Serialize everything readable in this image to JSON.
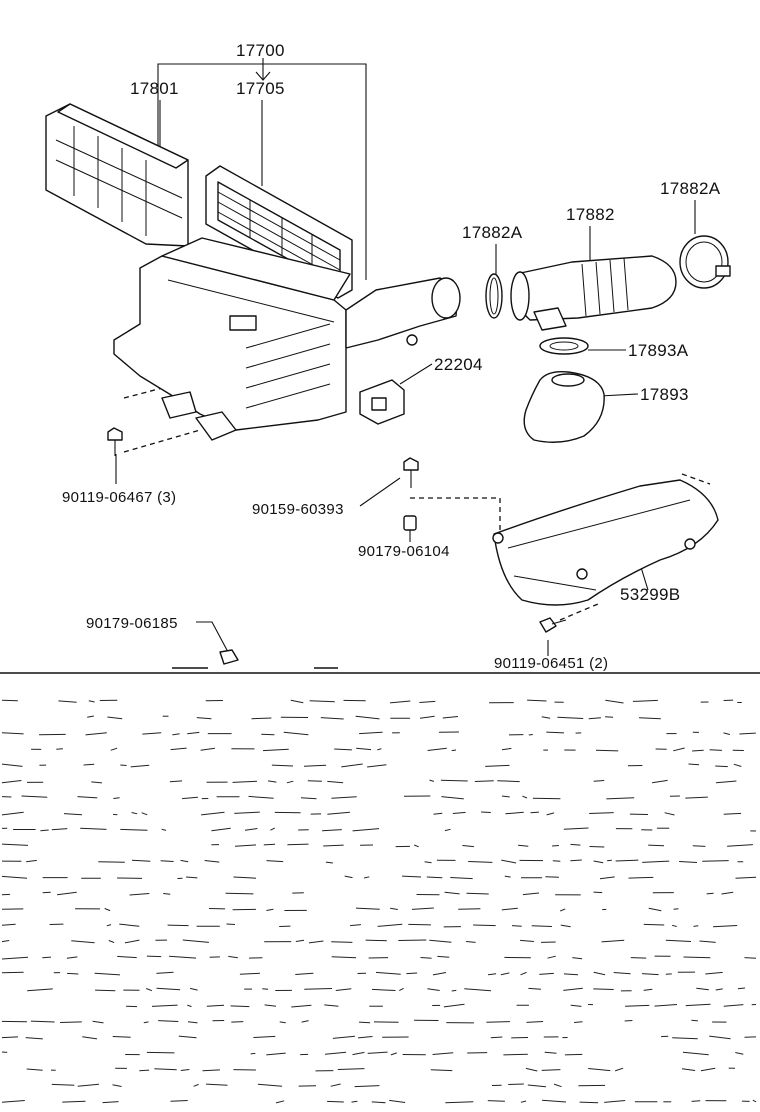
{
  "colors": {
    "ink": "#111111",
    "paper": "#ffffff"
  },
  "callouts": {
    "p17700": "17700",
    "p17801": "17801",
    "p17705": "17705",
    "p17882a_left": "17882A",
    "p17882": "17882",
    "p17882a_right": "17882A",
    "p17893a": "17893A",
    "p22204": "22204",
    "p17893": "17893",
    "p90119_06467": "90119-06467 (3)",
    "p90159_60393": "90159-60393",
    "p90179_06104": "90179-06104",
    "p53299b": "53299B",
    "p90179_06185": "90179-06185",
    "p90119_06451": "90119-06451 (2)"
  }
}
